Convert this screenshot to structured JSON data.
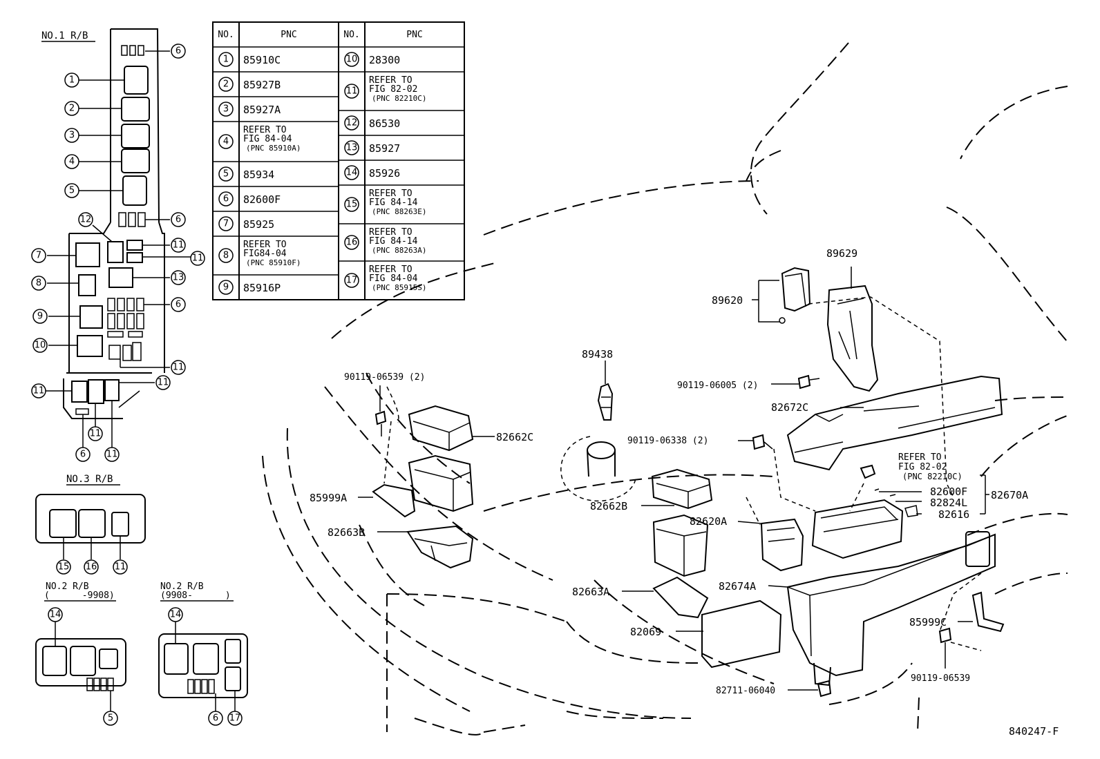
{
  "box_titles": {
    "rb1": "NO.1 R/B",
    "rb3": "NO.3 R/B",
    "rb2a_l1": "NO.2 R/B",
    "rb2a_l2": "(      -9908)",
    "rb2b_l1": "NO.2 R/B",
    "rb2b_l2": "(9908-      )"
  },
  "table": {
    "headers": [
      "NO.",
      "PNC",
      "NO.",
      "PNC"
    ],
    "left": [
      {
        "no": "1",
        "lines": [
          "85910C"
        ]
      },
      {
        "no": "2",
        "lines": [
          "85927B"
        ]
      },
      {
        "no": "3",
        "lines": [
          "85927A"
        ]
      },
      {
        "no": "4",
        "lines": [
          "REFER TO",
          "FIG 84-04",
          "(PNC 85910A)"
        ]
      },
      {
        "no": "5",
        "lines": [
          "85934"
        ]
      },
      {
        "no": "6",
        "lines": [
          "82600F"
        ]
      },
      {
        "no": "7",
        "lines": [
          "85925"
        ]
      },
      {
        "no": "8",
        "lines": [
          "REFER TO",
          "FIG84-04",
          "(PNC 85910F)"
        ]
      },
      {
        "no": "9",
        "lines": [
          "85916P"
        ]
      }
    ],
    "right": [
      {
        "no": "10",
        "lines": [
          "28300"
        ]
      },
      {
        "no": "11",
        "lines": [
          "REFER TO",
          "FIG 82-02",
          "(PNC 82210C)"
        ]
      },
      {
        "no": "12",
        "lines": [
          "86530"
        ]
      },
      {
        "no": "13",
        "lines": [
          "85927"
        ]
      },
      {
        "no": "14",
        "lines": [
          "85926"
        ]
      },
      {
        "no": "15",
        "lines": [
          "REFER TO",
          "FIG 84-14",
          "(PNC 88263E)"
        ]
      },
      {
        "no": "16",
        "lines": [
          "REFER TO",
          "FIG 84-14",
          "(PNC 88263A)"
        ]
      },
      {
        "no": "17",
        "lines": [
          "REFER TO",
          "FIG 84-04",
          "(PNC 85915S)"
        ]
      }
    ]
  },
  "callouts": {
    "c1": "1",
    "c2": "2",
    "c3": "3",
    "c4": "4",
    "c5": "5",
    "c6": "6",
    "c7": "7",
    "c8": "8",
    "c9": "9",
    "c10": "10",
    "c11": "11",
    "c12": "12",
    "c13": "13",
    "c14": "14",
    "c15": "15",
    "c16": "16",
    "c17": "17"
  },
  "parts": {
    "p89629": "89629",
    "p89620": "89620",
    "p89438": "89438",
    "p90119_06539_2": "90119-06539 (2)",
    "p90119_06005_2": "90119-06005 (2)",
    "p82672C": "82672C",
    "p90119_06338_2": "90119-06338 (2)",
    "p82662C": "82662C",
    "refer1": "REFER TO",
    "refer2": "FIG 82-02",
    "refer3": "(PNC 82210C)",
    "p82600F": "82600F",
    "p82824L": "82824L",
    "p82670A": "82670A",
    "p82616": "82616",
    "p85999A": "85999A",
    "p82662B": "82662B",
    "p82620A": "82620A",
    "p82663B": "82663B",
    "p82663A": "82663A",
    "p82674A": "82674A",
    "p85999C": "85999C",
    "p82069": "82069",
    "p90119_06539": "90119-06539",
    "p82711_06040": "82711-06040",
    "figure_code": "840247-F"
  }
}
